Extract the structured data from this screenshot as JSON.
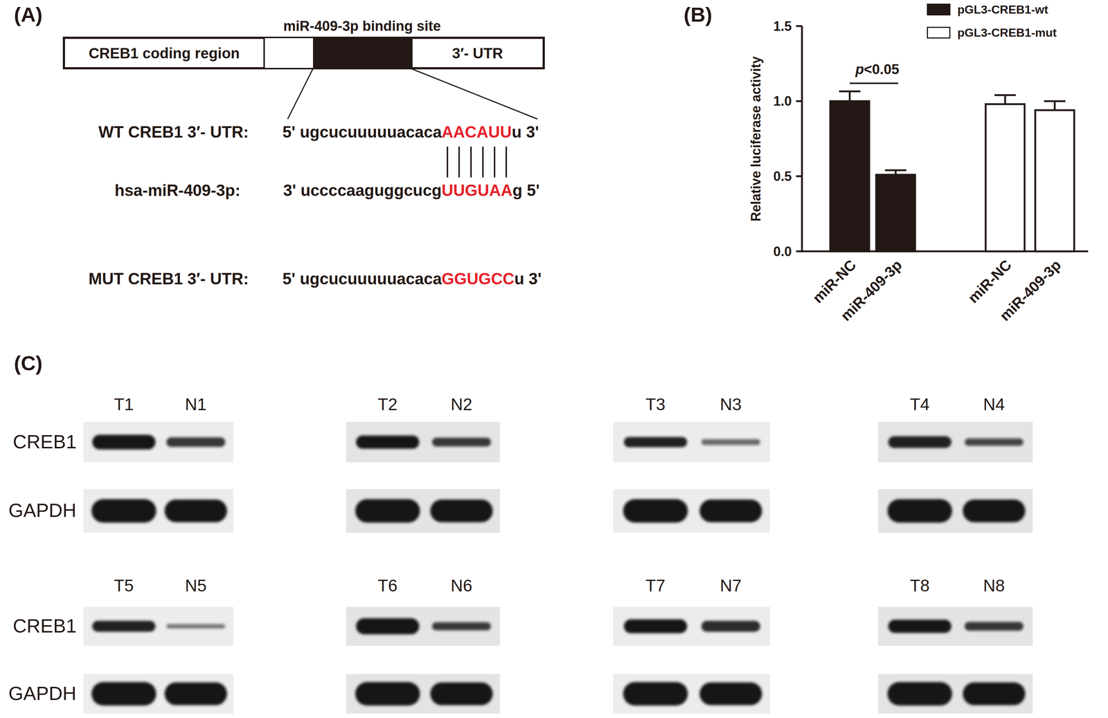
{
  "diagram": {
    "nodes": [
      {
        "text": [
          "CREB1 coding region"
        ]
      },
      {
        "text": [
          "miR-409-3p binding site"
        ]
      },
      {
        "text": [
          "3′- UTR"
        ]
      }
    ],
    "labels": [
      "(A)",
      "WT CREB1 3′- UTR:",
      "5' ugcucuuuuuacaca",
      "AACAUU",
      "u 3'",
      "hsa-miR-409-3p:",
      "3' uccccaaguggcucg",
      "UUGUAA",
      "g 5'",
      "MUT CREB1 3′- UTR:",
      "5' ugcucuuuuuacaca",
      "GGUGCC",
      "u 3'",
      "(B)",
      "Relative luciferase activity",
      "0.0",
      "0.5",
      "1.0",
      "1.5",
      "p",
      "<0.05",
      "miR-NC",
      "miR-409-3p",
      "miR-NC",
      "miR-409-3p",
      "(C)",
      "T1",
      "N1",
      "T2",
      "N2",
      "T3",
      "N3",
      "T4",
      "N4",
      "CREB1",
      "GAPDH",
      "T5",
      "N5",
      "T6",
      "N6",
      "T7",
      "N7",
      "T8",
      "N8",
      "CREB1",
      "GAPDH"
    ],
    "legend": [
      {
        "text": "pGL3-CREB1-wt",
        "color": "#231815"
      },
      {
        "text": "pGL3-CREB1-mut",
        "color": "#ffffff"
      }
    ]
  }
}
